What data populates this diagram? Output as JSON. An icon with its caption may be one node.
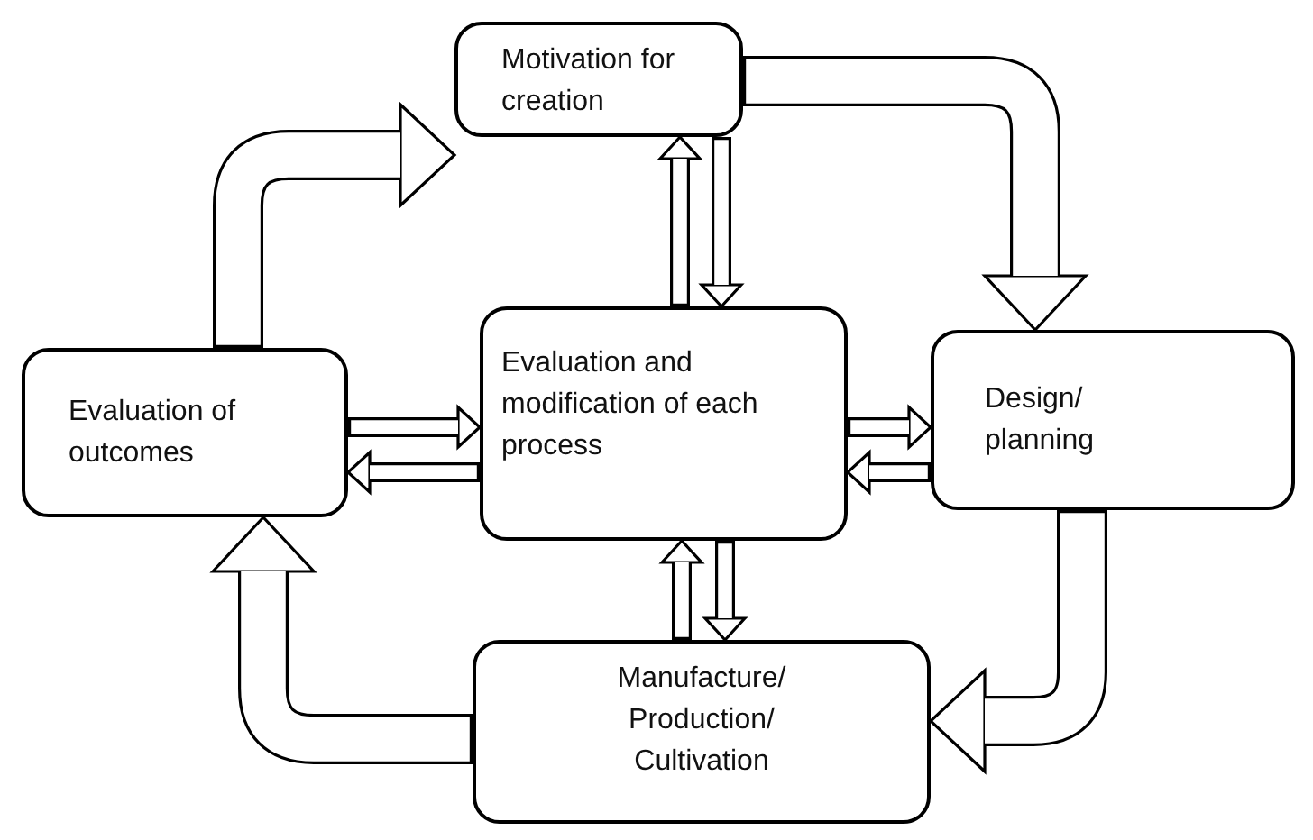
{
  "diagram": {
    "nodes": [
      {
        "text": [
          "Motivation for creation"
        ]
      },
      {
        "text": [
          "Evaluation of outcomes"
        ]
      },
      {
        "text": [
          "Evaluation and modification of each process"
        ]
      },
      {
        "text": [
          "Design/ planning"
        ]
      },
      {
        "text": [
          "Manufacture/ Production/ Cultivation"
        ]
      }
    ],
    "edges": [
      {
        "from": 1,
        "to": 0,
        "arrow": "to",
        "style": "thick"
      },
      {
        "from": 0,
        "to": 3,
        "arrow": "to",
        "style": "thick"
      },
      {
        "from": 3,
        "to": 4,
        "arrow": "to",
        "style": "thick"
      },
      {
        "from": 4,
        "to": 1,
        "arrow": "to",
        "style": "thick"
      },
      {
        "from": 2,
        "to": 0,
        "arrow": "to"
      },
      {
        "from": 0,
        "to": 2,
        "arrow": "to"
      },
      {
        "from": 1,
        "to": 2,
        "arrow": "to"
      },
      {
        "from": 2,
        "to": 1,
        "arrow": "to"
      },
      {
        "from": 2,
        "to": 3,
        "arrow": "to"
      },
      {
        "from": 3,
        "to": 2,
        "arrow": "to"
      },
      {
        "from": 4,
        "to": 2,
        "arrow": "to"
      },
      {
        "from": 2,
        "to": 4,
        "arrow": "to"
      }
    ]
  }
}
